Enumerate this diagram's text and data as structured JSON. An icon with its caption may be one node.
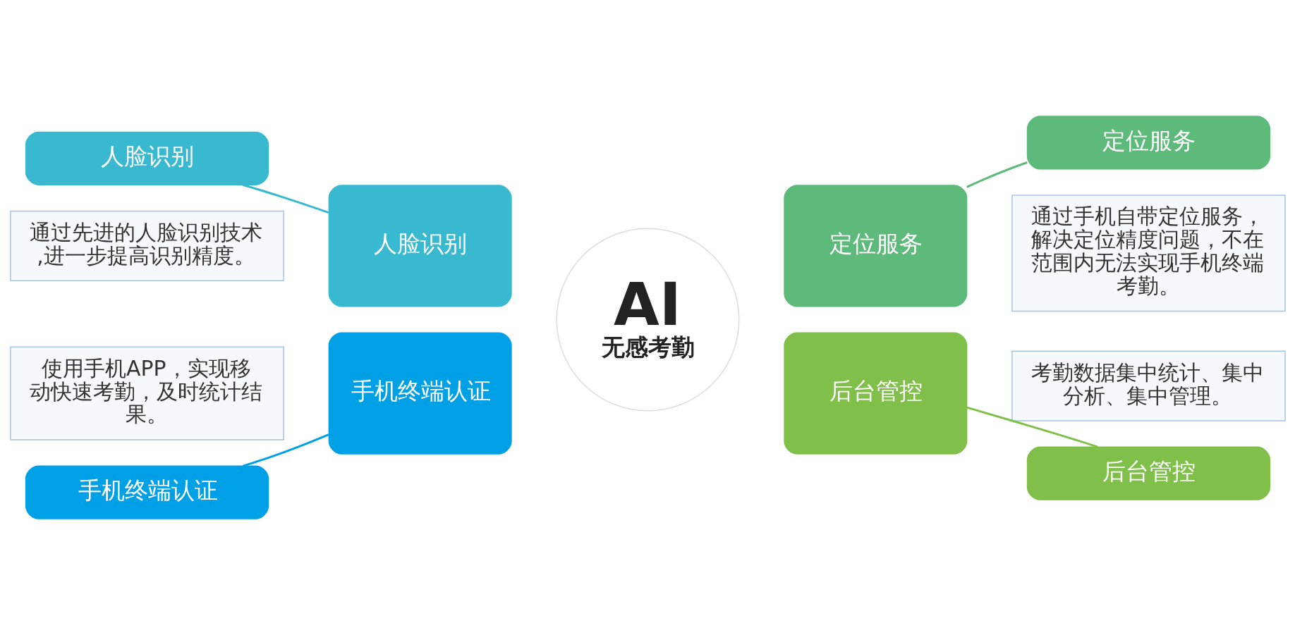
{
  "diagram": {
    "nodes": [
      {
        "text": [
          "人脸识别"
        ]
      },
      {
        "text": [
          "通过先进的人脸识别技术,进一步提高识别精度。"
        ]
      },
      {
        "text": [
          "定位服务"
        ]
      },
      {
        "text": [
          "通过手机自带定位服务，解决定位精度问题，不在范围内无法实现手机终端考勤。"
        ]
      },
      {
        "text": [
          "人脸识别"
        ]
      },
      {
        "text": [
          "定位服务"
        ]
      },
      {
        "text": [
          "AI",
          "无感考勤"
        ]
      },
      {
        "text": [
          "手机终端认证"
        ]
      },
      {
        "text": [
          "后台管控"
        ]
      },
      {
        "text": [
          "使用手机APP，实现移动快速考勤，及时统计结果。"
        ]
      },
      {
        "text": [
          "考勤数据集中统计、集中分析、集中管理。"
        ]
      },
      {
        "text": [
          "手机终端认证"
        ]
      },
      {
        "text": [
          "后台管控"
        ]
      }
    ],
    "edges": [
      {
        "from": 0,
        "to": 4,
        "arrow": "none",
        "color": "#38b9d0"
      },
      {
        "from": 2,
        "to": 5,
        "arrow": "none",
        "color": "#5dba7a"
      },
      {
        "from": 11,
        "to": 7,
        "arrow": "none",
        "color": "#00a0e6"
      },
      {
        "from": 12,
        "to": 8,
        "arrow": "none",
        "color": "#7fbf4a"
      }
    ]
  }
}
